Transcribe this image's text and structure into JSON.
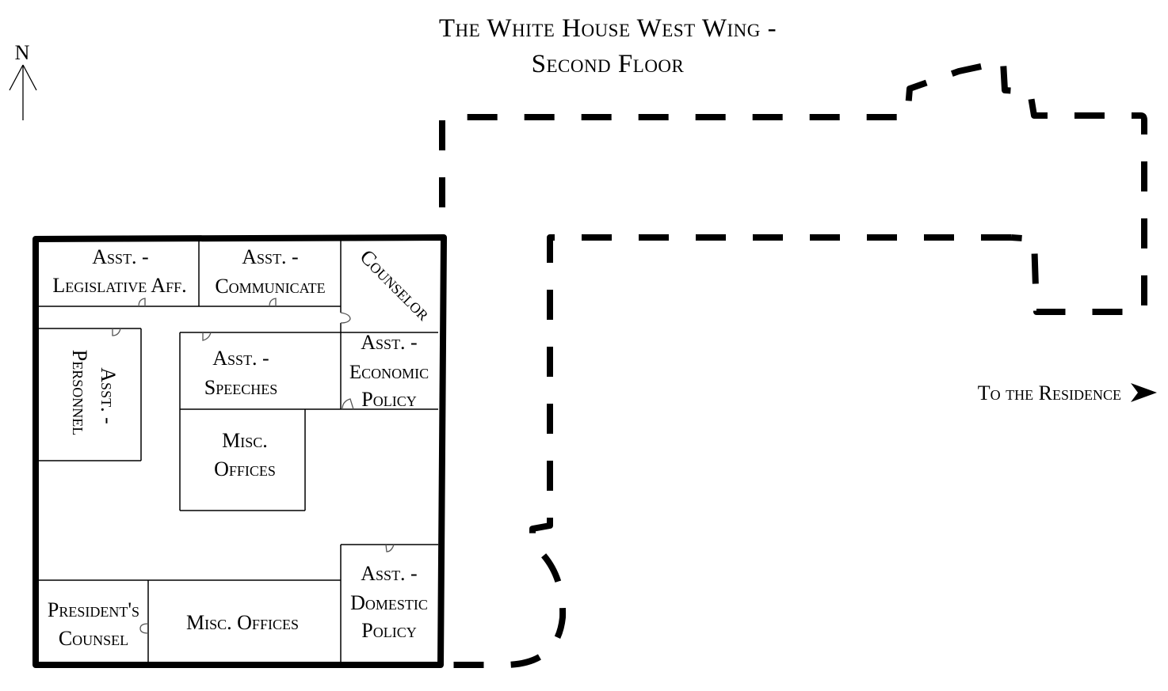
{
  "title": {
    "line1": "The White House West Wing -",
    "line2": "Second Floor"
  },
  "compass": {
    "label": "N",
    "icon": "north-arrow-icon"
  },
  "rooms": [
    {
      "id": "legislative",
      "lines": [
        "Asst. -",
        "Legislative Aff."
      ]
    },
    {
      "id": "communicate",
      "lines": [
        "Asst. -",
        "Communicate"
      ]
    },
    {
      "id": "counselor",
      "lines": [
        "Counselor"
      ]
    },
    {
      "id": "personnel",
      "lines": [
        "Asst. -",
        "Personnel"
      ]
    },
    {
      "id": "speeches",
      "lines": [
        "Asst. -",
        "Speeches"
      ]
    },
    {
      "id": "economic",
      "lines": [
        "Asst. -",
        "Economic",
        "Policy"
      ]
    },
    {
      "id": "misc-center",
      "lines": [
        "Misc.",
        "Offices"
      ]
    },
    {
      "id": "domestic",
      "lines": [
        "Asst. -",
        "Domestic",
        "Policy"
      ]
    },
    {
      "id": "presidents-counsel",
      "lines": [
        "President's",
        "Counsel"
      ]
    },
    {
      "id": "misc-bottom",
      "lines": [
        "Misc. Offices"
      ]
    }
  ],
  "residence_link": {
    "label": "To the Residence",
    "icon": "arrow-right-icon"
  },
  "colors": {
    "ink": "#000000",
    "background": "#ffffff"
  }
}
